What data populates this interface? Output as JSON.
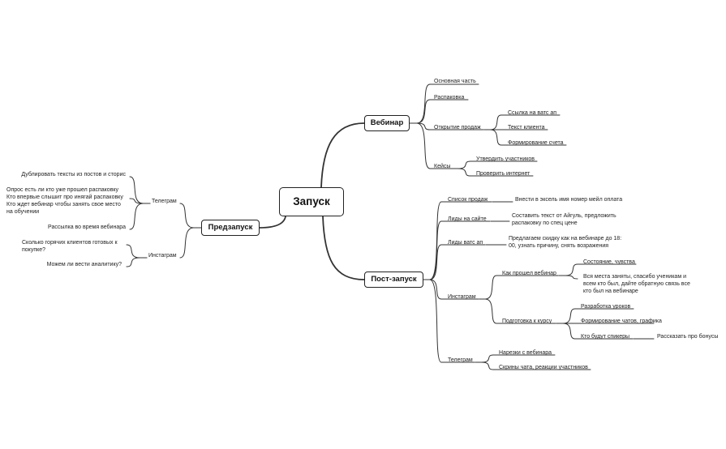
{
  "root": {
    "label": "Запуск"
  },
  "branches": {
    "webinar": {
      "label": "Вебинар",
      "items": {
        "main": "Основная часть",
        "unpack": "Распаковка",
        "open_sales": {
          "label": "Открытие продаж",
          "children": [
            "Ссылка на ватс ап",
            "Текст клиента",
            "Формирование счета"
          ]
        },
        "cases": {
          "label": "Кейсы",
          "children": [
            "Утвердить участников",
            "Проверить интернет"
          ]
        }
      }
    },
    "prelaunch": {
      "label": "Предзапуск",
      "telegram": {
        "label": "Телеграм",
        "children": [
          "Дублировать тексты из постов и сторис",
          [
            "Опрос есть ли кто уже прошел распаковку",
            "Кто впервые слышит про инягай распаковку",
            "Кто ждет вебинар чтобы занять свое место",
            "на обучении"
          ],
          "Рассылка во время вебинара"
        ]
      },
      "instagram": {
        "label": "Инстаграм",
        "children": [
          [
            "Сколько горячих клиентов готовых к",
            "покупке?"
          ],
          "Можем ли вести аналитику?"
        ]
      }
    },
    "postlaunch": {
      "label": "Пост-запуск",
      "items": {
        "sales_list": {
          "label": "Список продаж",
          "child": "Внести в эксель имя номер мейл оплата"
        },
        "site_leads": {
          "label": "Лиды на сайте",
          "child": [
            "Составить текст от Айгуль, предложить",
            "распаковку по спец цене"
          ]
        },
        "whatsapp_leads": {
          "label": "Лиды ватс ап",
          "child": [
            "Предлагаем скидку как на вебинаре до 18:",
            "00, узнать причину, снять возражения"
          ]
        },
        "instagram": {
          "label": "Инстаграм",
          "how_webinar": {
            "label": "Как прошел вебинар",
            "children": [
              "Состояние, чувства",
              [
                "Вся места заняты, спасибо ученикам и",
                "всем кто был, дайте обратную связь все",
                "кто был на вебинаре"
              ]
            ]
          },
          "course_prep": {
            "label": "Подготовка к курсу",
            "children": [
              "Разработка уроков",
              "Формирование чатов, графика"
            ],
            "speakers": {
              "label": "Кто будут спикеры",
              "child": "Рассказать про бонусы"
            }
          }
        },
        "telegram": {
          "label": "Телеграм",
          "children": [
            "Нарезки с вебинара",
            "Скрины чата, реакции участников"
          ]
        }
      }
    }
  },
  "colors": {
    "line": "#333333",
    "text": "#222222",
    "box_border": "#222222",
    "background": "#ffffff"
  }
}
